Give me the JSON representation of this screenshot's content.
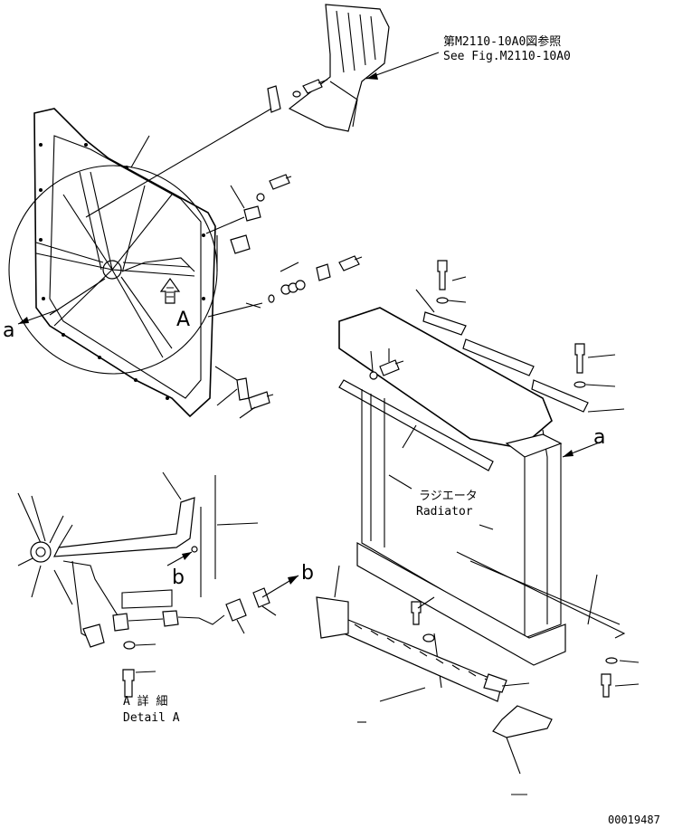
{
  "labels": {
    "see_fig_jp": "第M2110-10A0図参照",
    "see_fig_en": "See Fig.M2110-10A0",
    "view_a_left": "a",
    "view_a_right": "a",
    "view_b_arrow": "b",
    "view_b_detail": "b",
    "detail_marker": "A",
    "radiator_jp": "ラジエータ",
    "radiator_en": "Radiator",
    "detail_a_jp": "A 詳 細",
    "detail_a_en": "Detail A",
    "drawing_number": "00019487"
  },
  "icons": {
    "view_direction": "arrow-icon",
    "detail_view": "hatched-arrow-icon"
  }
}
